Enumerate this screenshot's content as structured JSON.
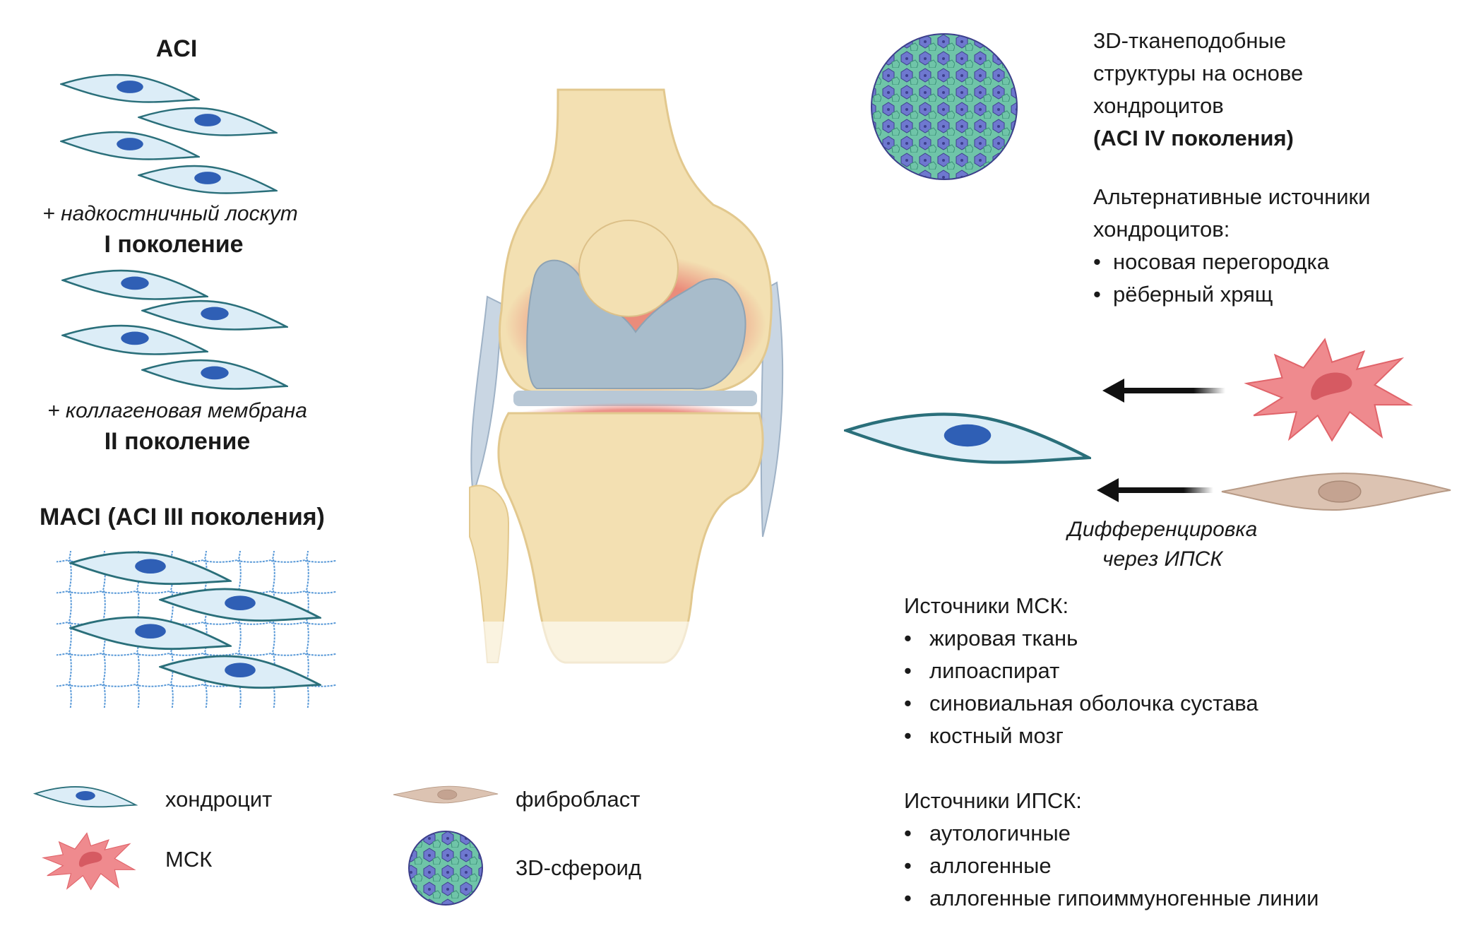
{
  "left": {
    "aci_title": "ACI",
    "gen1_note": "+ надкостничный лоскут",
    "gen1_label": "I поколение",
    "gen2_note": "+ коллагеновая мембрана",
    "gen2_label": "II поколение",
    "maci_title": "MACI (ACI III поколения)"
  },
  "legend": {
    "chondrocyte": "хондроцит",
    "msc": "МСК",
    "fibroblast": "фибробласт",
    "spheroid": "3D-сфероид"
  },
  "right": {
    "aci4_lines": [
      "3D-тканеподобные",
      "структуры на основе",
      "хондроцитов"
    ],
    "aci4_bold": "(ACI IV поколения)",
    "alt_lines": [
      "Альтернативные источники",
      "хондроцитов:"
    ],
    "alt_items": [
      "носовая перегородка",
      "рёберный хрящ"
    ],
    "diff_lines": [
      "Дифференцировка",
      "через ИПСК"
    ],
    "msc_heading": "Источники МСК:",
    "msc_items": [
      "жировая ткань",
      "липоаспират",
      "синовиальная оболочка сустава",
      "костный мозг"
    ],
    "ipsc_heading": "Источники ИПСК:",
    "ipsc_items": [
      "аутологичные",
      "аллогенные",
      "аллогенные гипоиммуногенные линии"
    ]
  },
  "colors": {
    "chondro_fill": "#dcedf7",
    "chondro_stroke": "#2a6f7a",
    "nucleus": "#2f5fb5",
    "msc_fill": "#ef8a8e",
    "fibro_fill": "#dcc3b2",
    "bone": "#f3e0b2",
    "cartilage": "#a8bccb",
    "inflammation": "#e8776d"
  }
}
